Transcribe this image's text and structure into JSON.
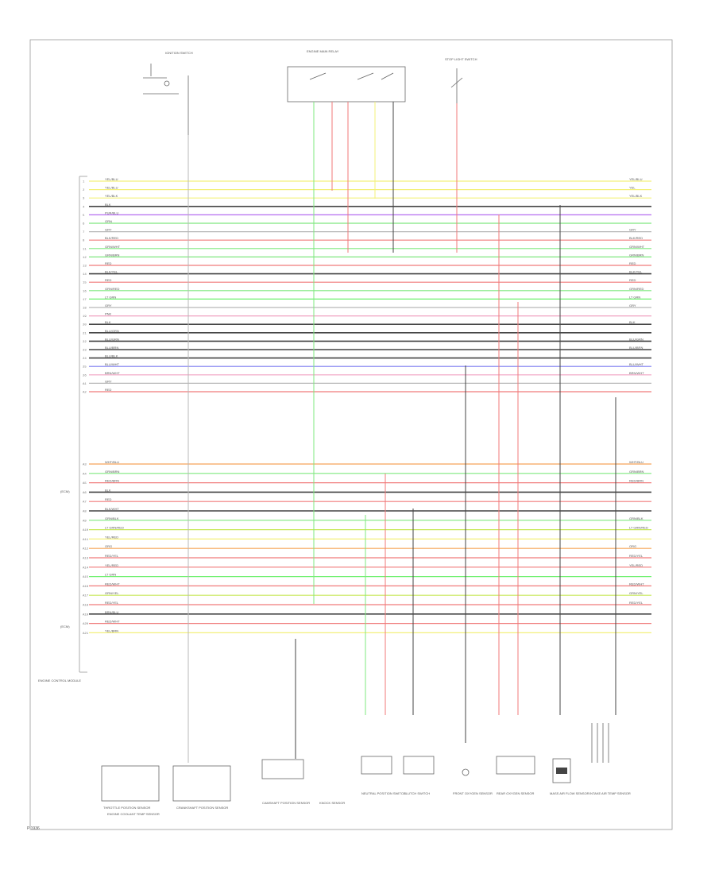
{
  "figure": {
    "id": "P 1936",
    "frame": "outer-border"
  },
  "colors": {
    "yellow": "#f3f07a",
    "red": "#f07a7a",
    "green": "#7fe87f",
    "bright_green": "#6cf06c",
    "purple": "#b56cf0",
    "blue": "#7a7af0",
    "black": "#444444",
    "gray": "#b8b8b8",
    "orange": "#f5a55a",
    "pink": "#f0a0c0",
    "yellow_green": "#c8e85a"
  },
  "ecm": {
    "name": "ENGINE CONTROL MODULE",
    "harness_top": "(ECM)",
    "harness_bottom": "(ECM)"
  },
  "wires": [
    {
      "pin": "1",
      "left": "YEL/BLU",
      "right": "YEL/BLU",
      "color": "yellow"
    },
    {
      "pin": "2",
      "left": "YEL/BLU",
      "right": "YEL",
      "color": "yellow"
    },
    {
      "pin": "3",
      "left": "YEL/BLK",
      "right": "YEL/BLK",
      "color": "yellow"
    },
    {
      "pin": "4",
      "left": "BLK",
      "right": "",
      "color": "black"
    },
    {
      "pin": "5",
      "left": "PUR/BLU",
      "right": "",
      "color": "purple"
    },
    {
      "pin": "6",
      "left": "GRN",
      "right": "",
      "color": "green"
    },
    {
      "pin": "7",
      "left": "GRY",
      "right": "GRY",
      "color": "gray"
    },
    {
      "pin": "8",
      "left": "BLK/RED",
      "right": "BLK/RED",
      "color": "red"
    },
    {
      "pin": "11",
      "left": "GRN/WHT",
      "right": "GRN/WHT",
      "color": "green"
    },
    {
      "pin": "12",
      "left": "GRN/BRN",
      "right": "GRN/BRN",
      "color": "green"
    },
    {
      "pin": "13",
      "left": "RED",
      "right": "RED",
      "color": "red"
    },
    {
      "pin": "14",
      "left": "BLK/YEL",
      "right": "BLK/YEL",
      "color": "black"
    },
    {
      "pin": "15",
      "left": "RED",
      "right": "RED",
      "color": "red"
    },
    {
      "pin": "16",
      "left": "GRN/RED",
      "right": "GRN/RED",
      "color": "green"
    },
    {
      "pin": "17",
      "left": "LT GRN",
      "right": "LT GRN",
      "color": "bright_green"
    },
    {
      "pin": "18",
      "left": "GRY",
      "right": "GRY",
      "color": "gray"
    },
    {
      "pin": "19",
      "left": "PNK",
      "right": "",
      "color": "pink"
    },
    {
      "pin": "20",
      "left": "BLK",
      "right": "BLK",
      "color": "black"
    },
    {
      "pin": "21",
      "left": "BLU/GRN",
      "right": "",
      "color": "black"
    },
    {
      "pin": "22",
      "left": "BLU/GRN",
      "right": "BLU/GRN",
      "color": "black"
    },
    {
      "pin": "23",
      "left": "BLU/BRN",
      "right": "BLU/BRN",
      "color": "black"
    },
    {
      "pin": "24",
      "left": "BLU/BLK",
      "right": "",
      "color": "black"
    },
    {
      "pin": "25",
      "left": "BLU/WHT",
      "right": "BLU/WHT",
      "color": "blue"
    },
    {
      "pin": "26",
      "left": "BRN/WHT",
      "right": "BRN/WHT",
      "color": "pink"
    },
    {
      "pin": "A1",
      "left": "GRY",
      "right": "",
      "color": "gray"
    },
    {
      "pin": "A2",
      "left": "RED",
      "right": "",
      "color": "red"
    },
    {
      "pin": "A3",
      "left": "WHT/BLU",
      "right": "WHT/BLU",
      "color": "orange"
    },
    {
      "pin": "A4",
      "left": "GRN/BRN",
      "right": "GRN/BRN",
      "color": "green"
    },
    {
      "pin": "A5",
      "left": "RED/BRN",
      "right": "RED/BRN",
      "color": "red"
    },
    {
      "pin": "A6",
      "left": "BLK",
      "right": "",
      "color": "black"
    },
    {
      "pin": "A7",
      "left": "RED",
      "right": "",
      "color": "red"
    },
    {
      "pin": "A8",
      "left": "BLK/WHT",
      "right": "",
      "color": "black"
    },
    {
      "pin": "A9",
      "left": "GRN/BLK",
      "right": "GRN/BLK",
      "color": "green"
    },
    {
      "pin": "A10",
      "left": "LT GRN/RED",
      "right": "LT GRN/RED",
      "color": "yellow_green"
    },
    {
      "pin": "A11",
      "left": "YEL/RED",
      "right": "",
      "color": "yellow"
    },
    {
      "pin": "A12",
      "left": "ORG",
      "right": "ORG",
      "color": "orange"
    },
    {
      "pin": "A13",
      "left": "RED/YEL",
      "right": "RED/YEL",
      "color": "red"
    },
    {
      "pin": "A14",
      "left": "YEL/RED",
      "right": "YEL/RED",
      "color": "red"
    },
    {
      "pin": "A15",
      "left": "LT GRN",
      "right": "",
      "color": "bright_green"
    },
    {
      "pin": "A16",
      "left": "RED/WHT",
      "right": "RED/WHT",
      "color": "red"
    },
    {
      "pin": "A17",
      "left": "GRN/YEL",
      "right": "GRN/YEL",
      "color": "yellow_green"
    },
    {
      "pin": "A18",
      "left": "RED/YEL",
      "right": "RED/YEL",
      "color": "red"
    },
    {
      "pin": "A19",
      "left": "BRN/BLU",
      "right": "",
      "color": "black"
    },
    {
      "pin": "A20",
      "left": "RED/WHT",
      "right": "",
      "color": "red"
    },
    {
      "pin": "A21",
      "left": "YEL/BRN",
      "right": "",
      "color": "yellow"
    }
  ],
  "components": [
    {
      "name": "IGNITION SWITCH"
    },
    {
      "name": "ENGINE MAIN RELAY"
    },
    {
      "name": "STOP LIGHT SWITCH"
    },
    {
      "name": "THROTTLE POSITION SENSOR"
    },
    {
      "name": "CRANKSHAFT POSITION SENSOR"
    },
    {
      "name": "CAMSHAFT POSITION SENSOR"
    },
    {
      "name": "KNOCK SENSOR"
    },
    {
      "name": "NEUTRAL POSITION SWITCH"
    },
    {
      "name": "CLUTCH SWITCH"
    },
    {
      "name": "FRONT OXYGEN SENSOR"
    },
    {
      "name": "REAR OXYGEN SENSOR"
    },
    {
      "name": "MASS AIR FLOW SENSOR"
    },
    {
      "name": "INTAKE AIR TEMP SENSOR"
    },
    {
      "name": "ENGINE COOLANT TEMP SENSOR"
    }
  ]
}
